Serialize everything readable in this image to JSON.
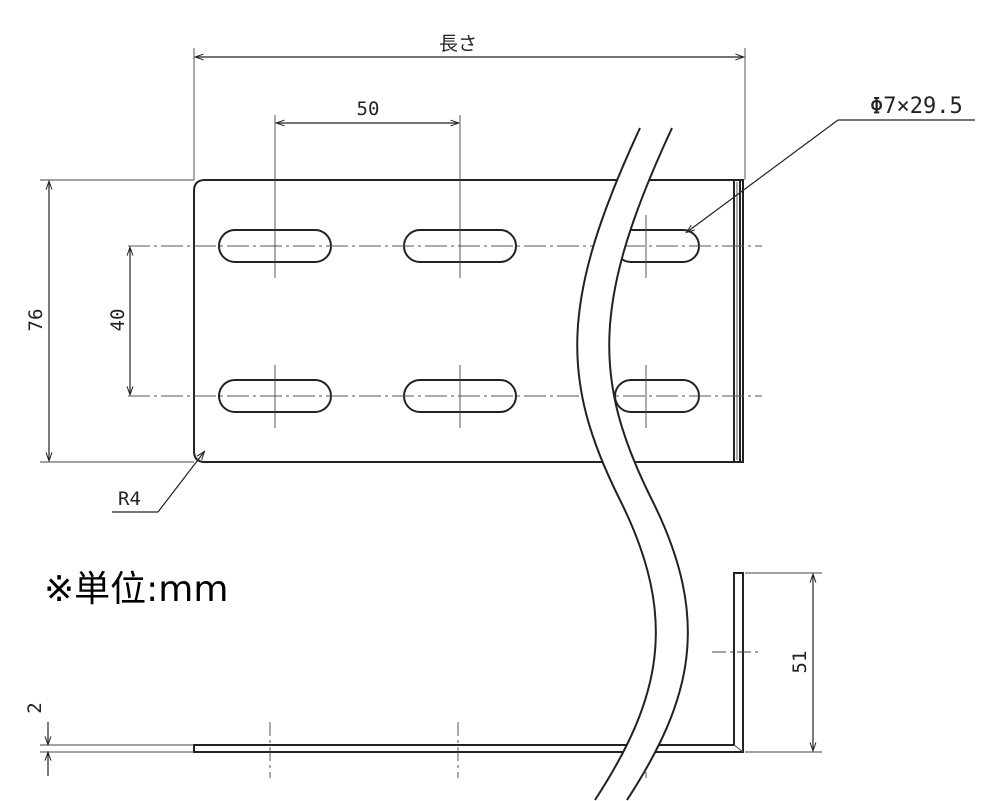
{
  "dimensions": {
    "length": "長さ",
    "slot_pitch": "50",
    "slot_size": "Φ7×29.5",
    "height": "76",
    "hole_spacing": "40",
    "corner_radius": "R4",
    "flange_height": "51",
    "thickness": "2"
  },
  "notes": {
    "unit": "※単位:mm"
  }
}
